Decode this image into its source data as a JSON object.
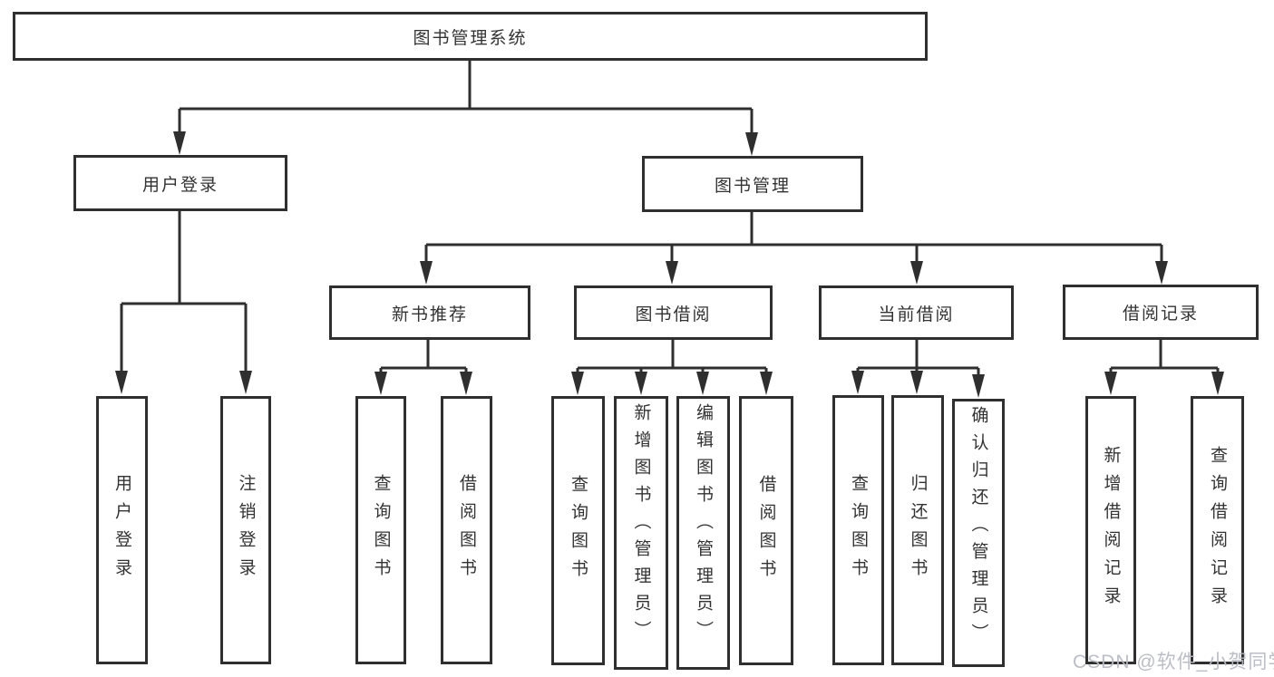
{
  "nodes": {
    "root": "图书管理系统",
    "user_login": "用户登录",
    "book_mgmt": "图书管理",
    "ul_sub_login": "用户登录",
    "ul_sub_logout": "注销登录",
    "new_book_rec": "新书推荐",
    "book_borrow": "图书借阅",
    "current_borrow": "当前借阅",
    "borrow_record": "借阅记录",
    "nbr_query_book": "查询图书",
    "nbr_borrow_book": "借阅图书",
    "bb_query_book": "查询图书",
    "bb_add_book": "新增图书（管理员）",
    "bb_edit_book": "编辑图书（管理员）",
    "bb_borrow_book": "借阅图书",
    "cb_query_book": "查询图书",
    "cb_return_book": "归还图书",
    "cb_confirm_return": "确认归还（管理员）",
    "br_add_record": "新增借阅记录",
    "br_query_record": "查询借阅记录"
  },
  "watermark": "CSDN @软件_小贺同学",
  "colors": {
    "line": "#2f2f2f",
    "text": "#333333",
    "background": "#ffffff",
    "watermark": "#b7bbc3"
  }
}
